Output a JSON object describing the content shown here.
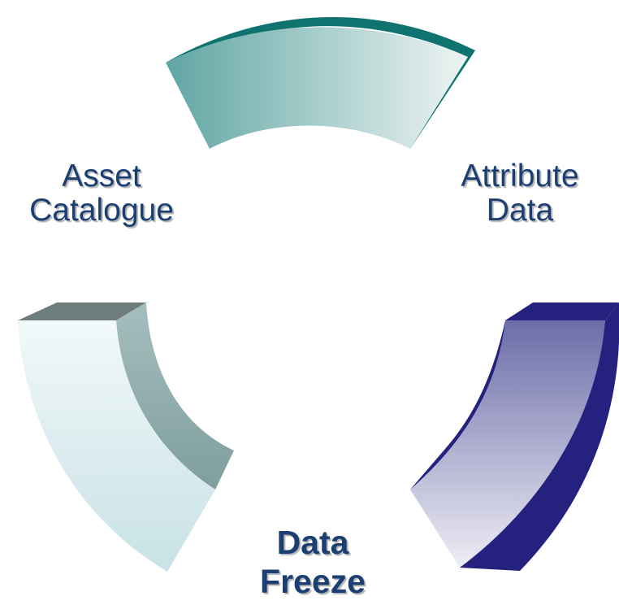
{
  "labels": {
    "asset": [
      "Asset",
      "Catalogue"
    ],
    "attribute": [
      "Attribute",
      "Data"
    ],
    "freeze": [
      "Data",
      "Freeze"
    ]
  },
  "colors": {
    "teal_light": "#e9f1f0",
    "teal_dark": "#5ea5a3",
    "teal_side": "#0f7470",
    "navy_side": "#24227e",
    "navy_dark": "#6a6aa8",
    "navy_light": "#edeef5",
    "gray_top": "#6f7c7c",
    "gray_side": "#90abab",
    "ice_light": "#e8f4f6",
    "ice_dark": "#c9e3e6",
    "text": "#1c3f73"
  }
}
